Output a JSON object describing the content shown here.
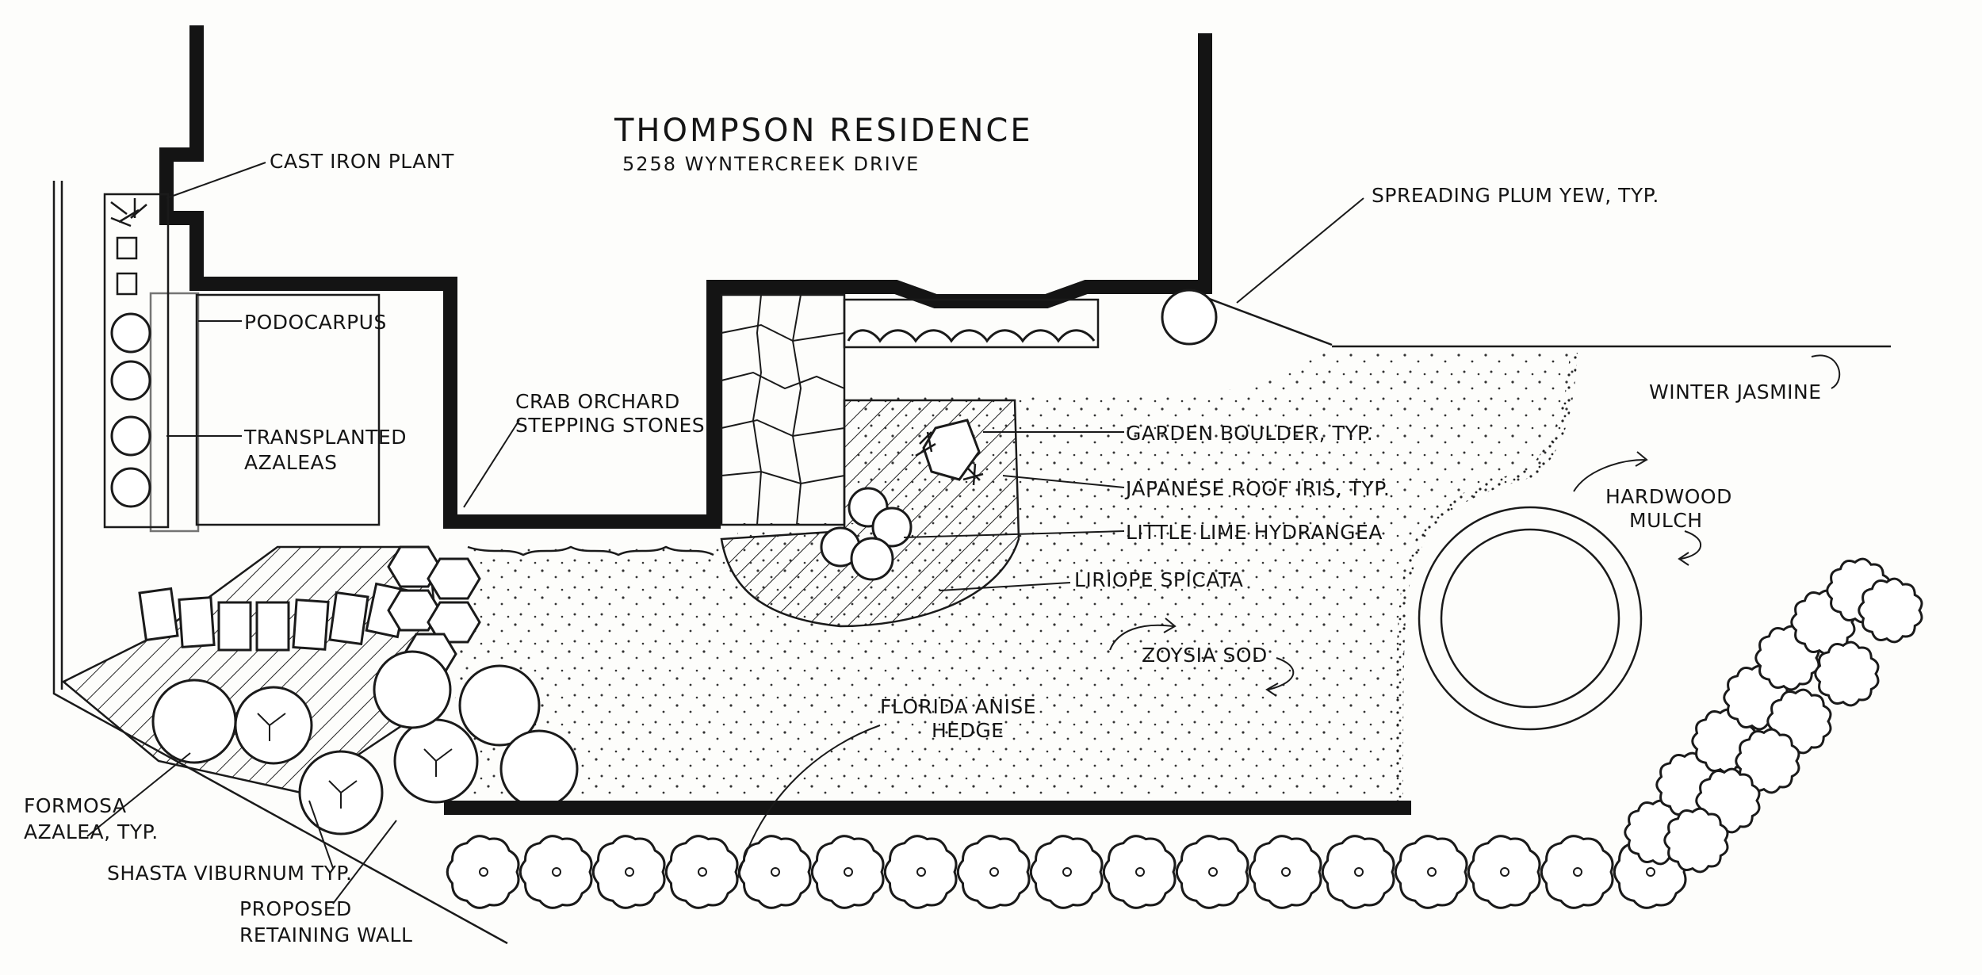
{
  "title": {
    "residence": "THOMPSON RESIDENCE",
    "address": "5258 WYNTERCREEK DRIVE"
  },
  "labels": {
    "cast_iron_plant": "CAST IRON PLANT",
    "podocarpus": "PODOCARPUS",
    "transplanted_azaleas_1": "TRANSPLANTED",
    "transplanted_azaleas_2": "AZALEAS",
    "crab_orchard_1": "CRAB ORCHARD",
    "crab_orchard_2": "STEPPING STONES",
    "spreading_plum_yew": "SPREADING PLUM YEW, TYP.",
    "winter_jasmine": "WINTER JASMINE",
    "garden_boulder": "GARDEN BOULDER, TYP.",
    "japanese_roof_iris": "JAPANESE ROOF IRIS, TYP.",
    "little_lime_hydrangea": "LITTLE LIME HYDRANGEA",
    "liriope_spicata": "LIRIOPE SPICATA",
    "hardwood_mulch_1": "HARDWOOD",
    "hardwood_mulch_2": "MULCH",
    "zoysia_sod": "ZOYSIA SOD",
    "florida_anise_1": "FLORIDA ANISE",
    "florida_anise_2": "HEDGE",
    "formosa_azalea_1": "FORMOSA",
    "formosa_azalea_2": "AZALEA, TYP.",
    "shasta_viburnum": "SHASTA VIBURNUM TYP.",
    "retaining_wall_1": "PROPOSED",
    "retaining_wall_2": "RETAINING WALL"
  },
  "colors": {
    "ink": "#141414",
    "paper": "#fdfdfb"
  }
}
